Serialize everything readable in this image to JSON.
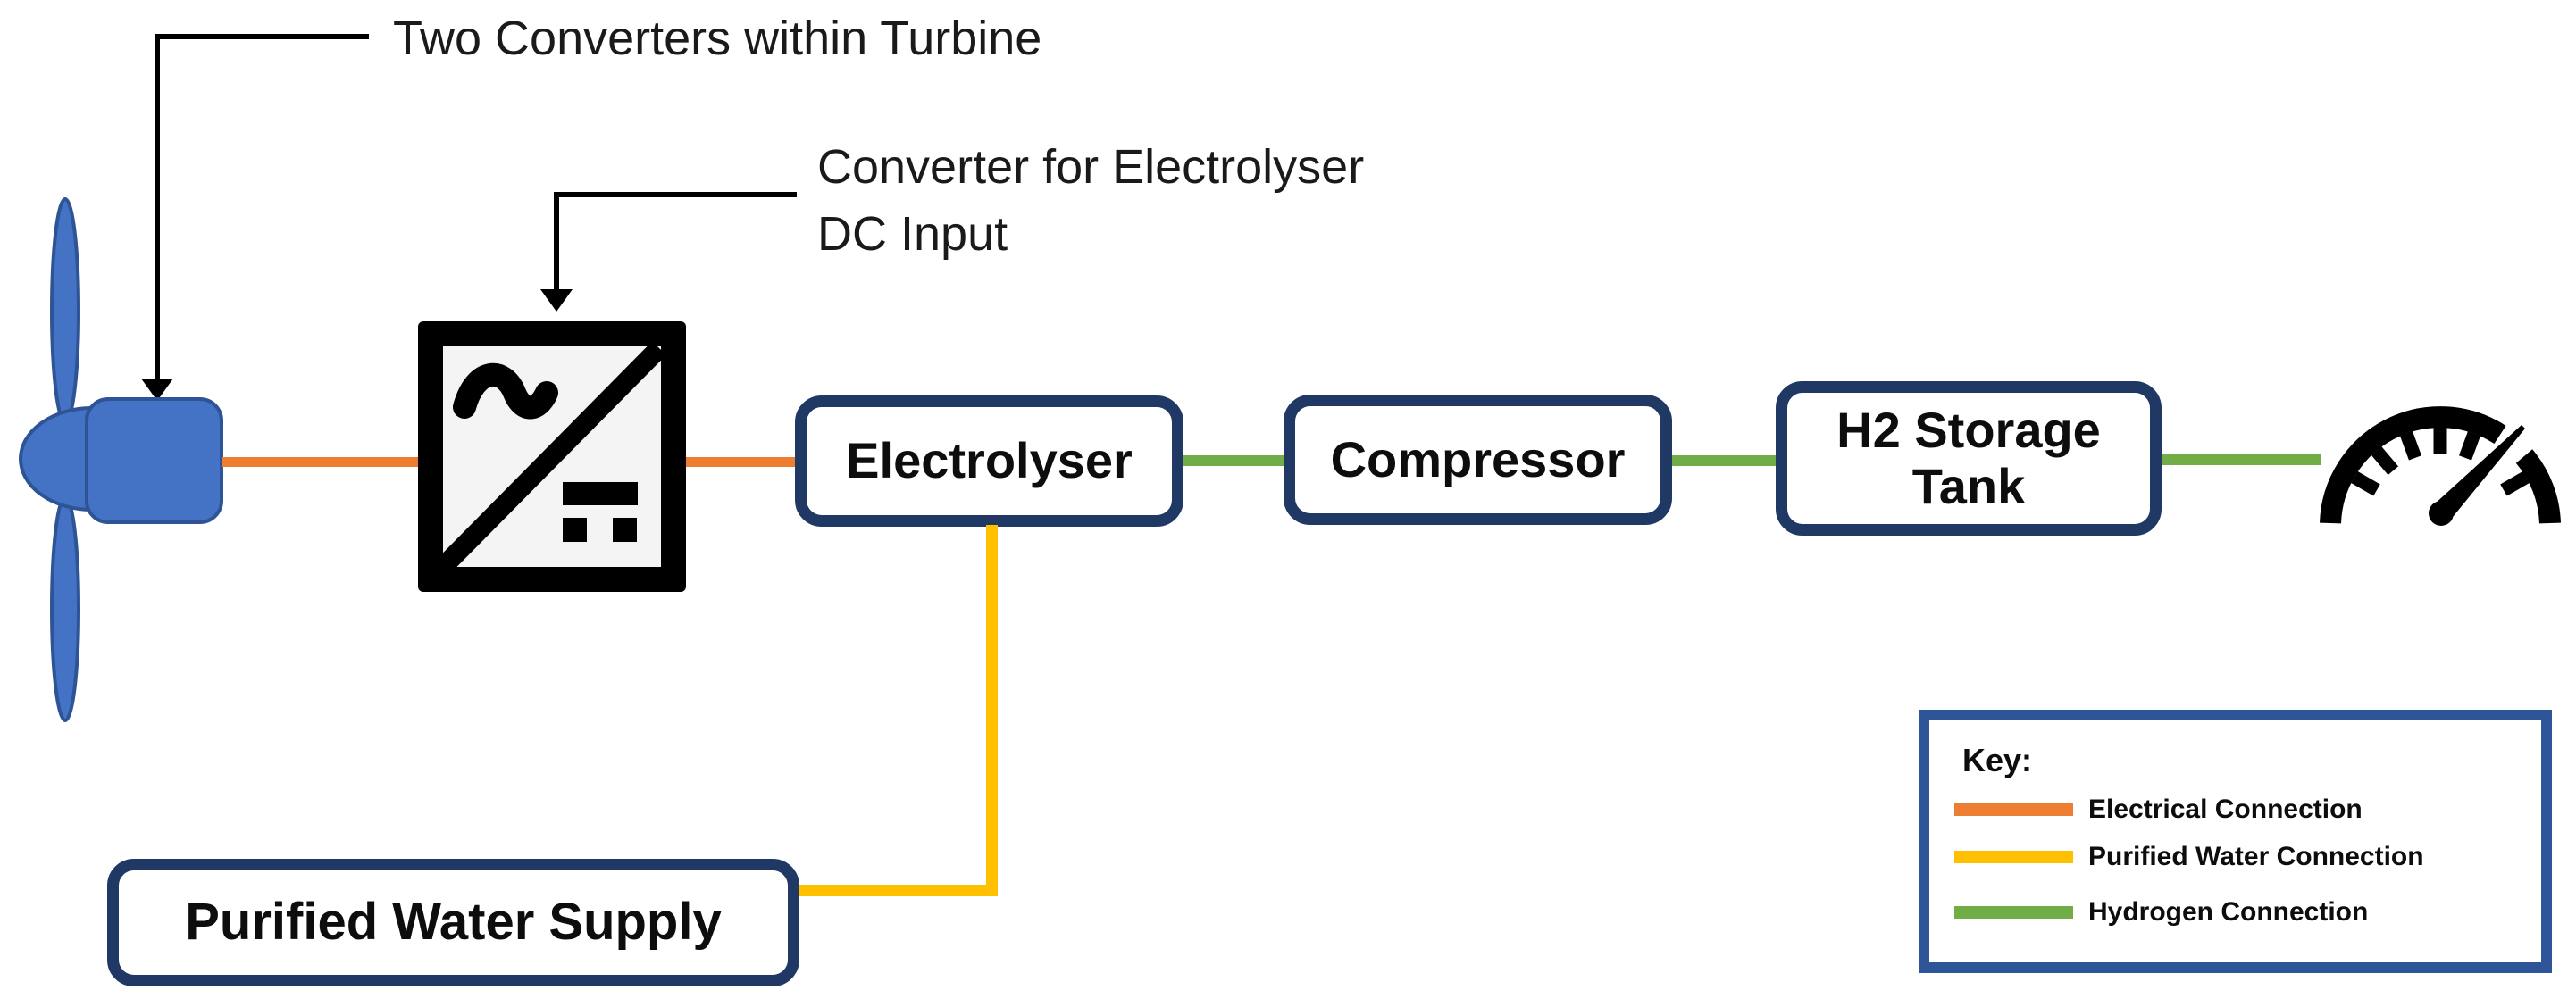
{
  "colors": {
    "electrical": "#ED7D31",
    "purified_water": "#FFC000",
    "hydrogen": "#70AD47",
    "turbine_fill": "#4472C4",
    "turbine_stroke": "#2F5496",
    "box_border": "#1F3864",
    "key_border": "#2E5597"
  },
  "annotations": {
    "turbine": "Two Converters within Turbine",
    "converter_line1": "Converter for Electrolyser",
    "converter_line2": "DC Input"
  },
  "components": {
    "electrolyser": "Electrolyser",
    "compressor": "Compressor",
    "h2_storage": "H2 Storage Tank",
    "water_supply": "Purified Water Supply"
  },
  "icons": {
    "turbine": "wind-turbine",
    "converter": "ac-dc-converter",
    "gauge": "pressure-gauge"
  },
  "key": {
    "title": "Key:",
    "items": [
      {
        "label": "Electrical Connection",
        "color": "#ED7D31"
      },
      {
        "label": "Purified Water Connection",
        "color": "#FFC000"
      },
      {
        "label": "Hydrogen Connection",
        "color": "#70AD47"
      }
    ]
  }
}
